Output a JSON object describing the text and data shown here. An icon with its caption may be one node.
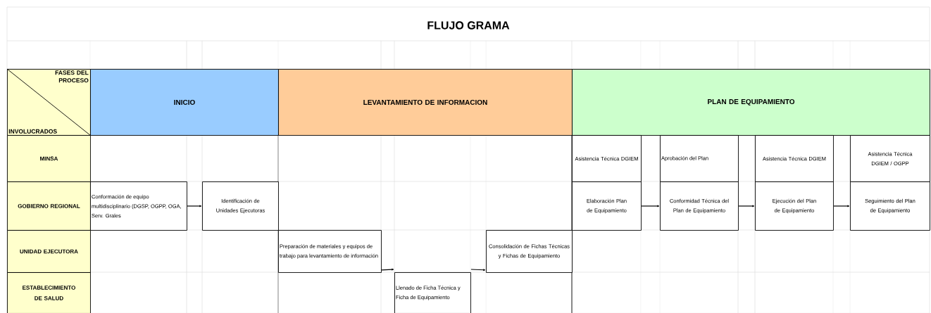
{
  "diagram": {
    "title": "FLUJO GRAMA",
    "nodes": [
      {
        "text": [
          "FASES DEL PROCESO",
          "INVOLUCRADOS"
        ]
      },
      {
        "text": [
          "INICIO"
        ]
      },
      {
        "text": [
          "LEVANTAMIENTO DE INFORMACION"
        ]
      },
      {
        "text": [
          "PLAN DE EQUIPAMIENTO"
        ]
      },
      {
        "text": [
          "MINSA"
        ]
      },
      {
        "text": [
          "Asistencia Técnica DGIEM"
        ]
      },
      {
        "text": [
          "Aprobación del Plan"
        ]
      },
      {
        "text": [
          "Asistencia Técnica DGIEM"
        ]
      },
      {
        "text": [
          "Asistencia Técnica DGIEM / OGPP"
        ]
      },
      {
        "text": [
          "GOBIERNO REGIONAL"
        ]
      },
      {
        "text": [
          "Conformación de equipo multidisciplinario (DGSP, OGPP, OGA, Serv. Grales"
        ]
      },
      {
        "text": [
          "Identificación de Unidades Ejecutoras"
        ]
      },
      {
        "text": [
          "Elaboración Plan de Equipamiento"
        ]
      },
      {
        "text": [
          "Conformidad Técnica del Plan de Equipamiento"
        ]
      },
      {
        "text": [
          "Ejecución del Plan de Equipamiento"
        ]
      },
      {
        "text": [
          "Seguimiento del Plan de Equipamiento"
        ]
      },
      {
        "text": [
          "UNIDAD EJECUTORA"
        ]
      },
      {
        "text": [
          "Preparación de materiales y equipos de trabajo para levantamiento de información"
        ]
      },
      {
        "text": [
          "Consolidación de Fichas Técnicas y Fichas de Equipamiento"
        ]
      },
      {
        "text": [
          "ESTABLECIMIENTO DE SALUD"
        ]
      },
      {
        "text": [
          "Llenado de Ficha Técnica y Ficha de Equipamiento"
        ]
      }
    ],
    "edges": [
      {
        "from": 10,
        "to": 11,
        "arrow": "to"
      },
      {
        "from": 17,
        "to": 20,
        "arrow": "to"
      },
      {
        "from": 20,
        "to": 18,
        "arrow": "to"
      },
      {
        "from": 12,
        "to": 13,
        "arrow": "to"
      },
      {
        "from": 13,
        "to": 14,
        "arrow": "to"
      },
      {
        "from": 14,
        "to": 15,
        "arrow": "to"
      }
    ]
  }
}
